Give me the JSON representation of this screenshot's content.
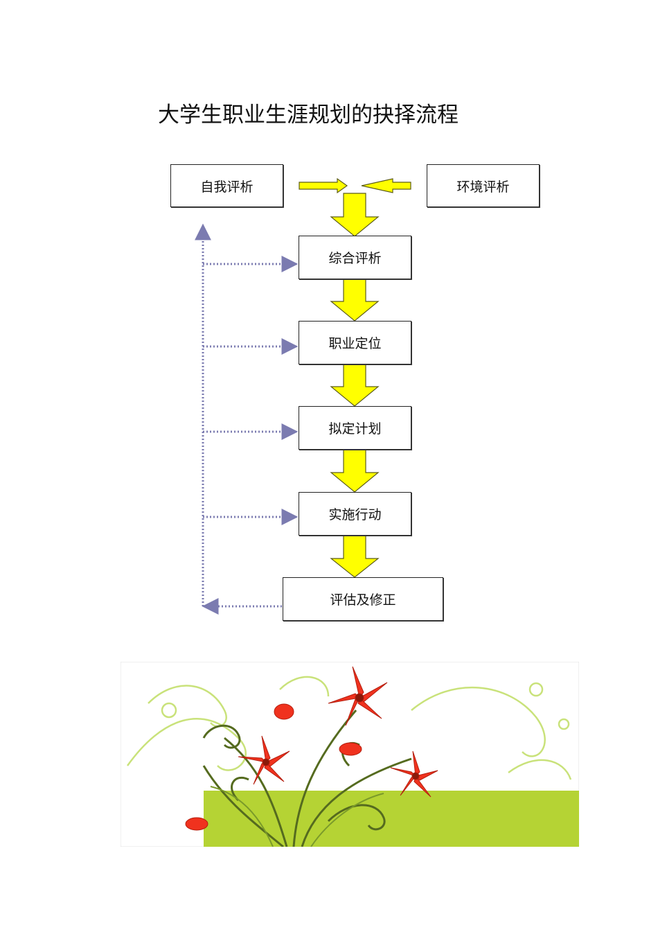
{
  "page": {
    "title": "大学生职业生涯规划的抉择流程"
  },
  "flowchart": {
    "inputs": {
      "self": "自我评析",
      "environment": "环境评析"
    },
    "steps": [
      "综合评析",
      "职业定位",
      "拟定计划",
      "实施行动",
      "评估及修正"
    ]
  },
  "colors": {
    "arrow_fill": "#ffff00",
    "arrow_stroke": "#5c5c1a",
    "feedback_line": "#7b7bb0",
    "box_border": "#222222"
  },
  "illustration": {
    "description_icon": "floral-decoration-image",
    "background_green": "#b5d334",
    "flower_red": "#f0321e"
  }
}
